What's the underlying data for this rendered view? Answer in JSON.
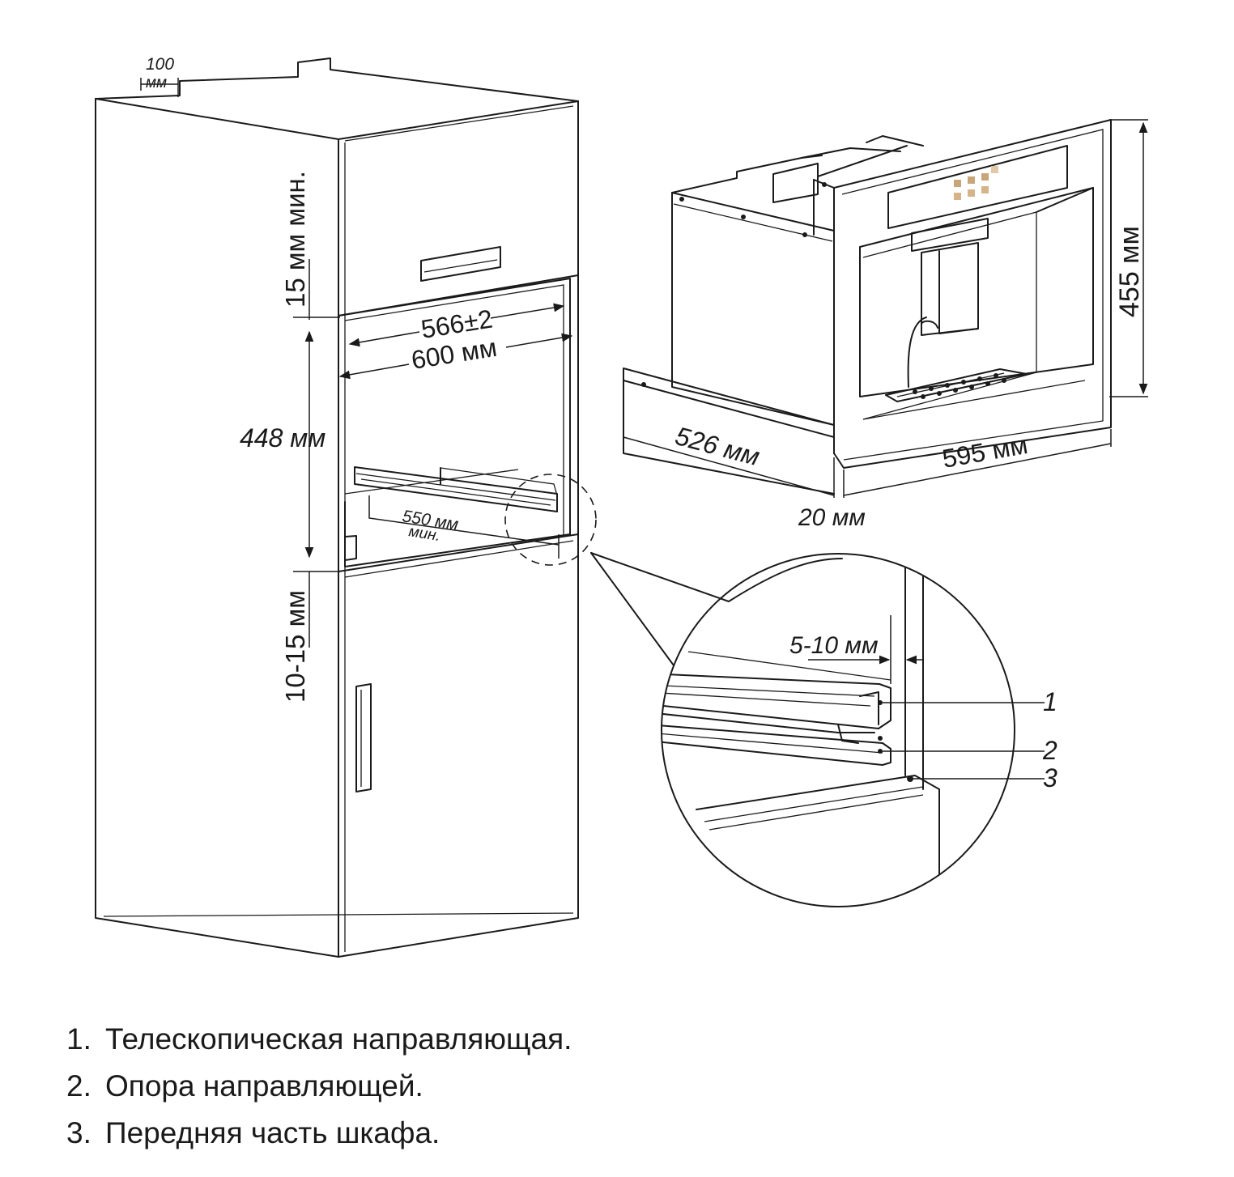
{
  "dimensions": {
    "top_gap": "100",
    "top_gap_unit": "мм",
    "upper_gap": "15 мм мин.",
    "inner_width": "566±2",
    "outer_width": "600 мм",
    "niche_height": "448 мм",
    "rail_depth": "550 мм",
    "rail_depth_note": "мин.",
    "lower_gap": "10-15 мм",
    "machine_height": "455 мм",
    "machine_depth": "526 мм",
    "machine_width": "595 мм",
    "frame_depth": "20 мм",
    "rail_offset": "5-10 мм"
  },
  "callouts": [
    "1",
    "2",
    "3"
  ],
  "legend": [
    {
      "num": "1.",
      "text": "Телескопическая направляющая."
    },
    {
      "num": "2.",
      "text": "Опора направляющей."
    },
    {
      "num": "3.",
      "text": "Передняя часть шкафа."
    }
  ]
}
